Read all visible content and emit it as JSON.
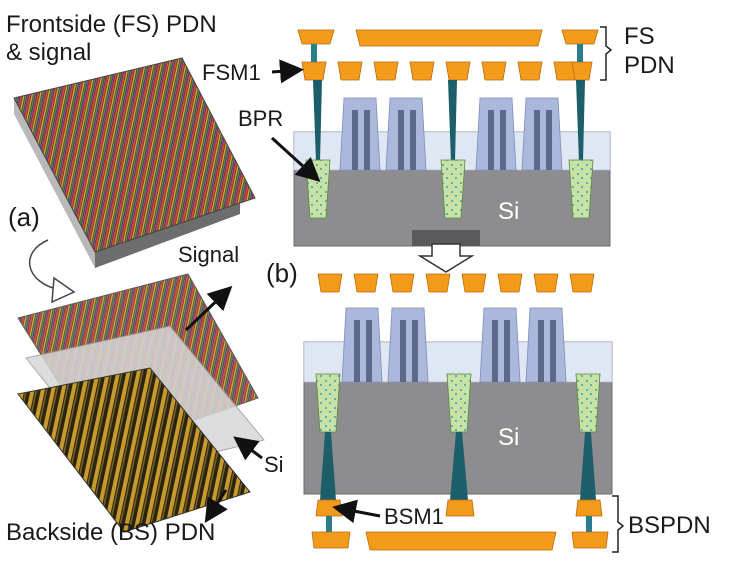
{
  "labels": {
    "frontside_line1": "Frontside (FS) PDN",
    "frontside_line2": "& signal",
    "fs_line1": "FS",
    "fs_line2": "PDN",
    "fsm1": "FSM1",
    "bpr": "BPR",
    "si_top": "Si",
    "panel_a": "(a)",
    "panel_b": "(b)",
    "signal": "Signal",
    "si_stack": "Si",
    "si_bottom": "Si",
    "bsm1": "BSM1",
    "bspdn": "BSPDN",
    "backside": "Backside (BS) PDN"
  },
  "colors": {
    "metal_orange": "#f39a1a",
    "via_teal": "#1d5e6b",
    "silicon_gray": "#8d8d8f",
    "sti_light": "#dfe7f4",
    "fin_blue": "#aab8dc",
    "bpr_fill": "#c7e2a4",
    "arrow_black": "#111111"
  },
  "icons": {
    "flip_arrow": "curved-arrow-icon",
    "down_arrow": "down-arrow-icon"
  }
}
